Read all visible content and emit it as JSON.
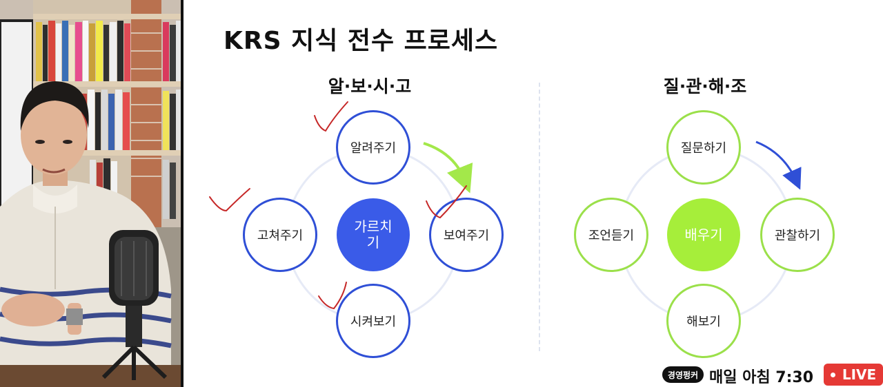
{
  "slide": {
    "title": "KRS 지식 전수 프로세스",
    "left_section": {
      "heading": "알·보·시·고",
      "center": "가르치\n기",
      "nodes": {
        "top": "알려주기",
        "right": "보여주기",
        "bottom": "시켜보기",
        "left": "고쳐주기"
      }
    },
    "right_section": {
      "heading": "질·관·해·조",
      "center": "배우기",
      "nodes": {
        "top": "질문하기",
        "right": "관찰하기",
        "bottom": "해보기",
        "left": "조언듣기"
      }
    }
  },
  "broadcast": {
    "logo_text": "경영펑커",
    "schedule": "매일 아침 7:30",
    "live_label": "LIVE"
  },
  "colors": {
    "blue": "#2f4fd6",
    "blue_fill": "#3a5be8",
    "green": "#9be04a",
    "green_fill": "#a6ee3a",
    "live_red": "#e53935",
    "check_red": "#c62828"
  },
  "icons": [
    "arrow-cycle-icon",
    "check-mark-icon",
    "live-dot-icon",
    "microphone-icon"
  ]
}
